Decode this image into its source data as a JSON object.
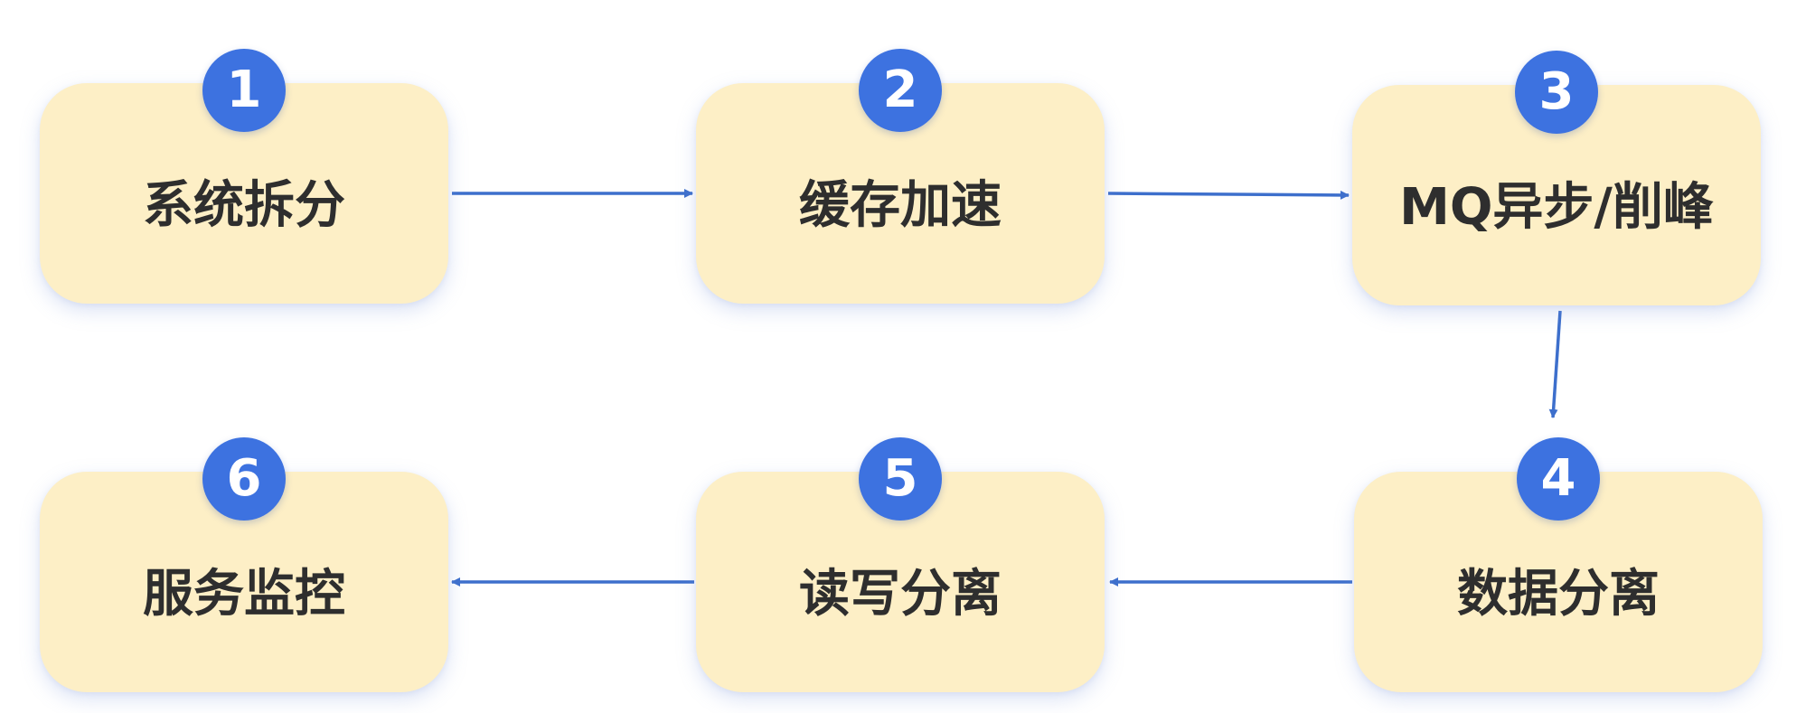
{
  "steps": [
    {
      "number": "1",
      "label": "系统拆分"
    },
    {
      "number": "2",
      "label": "缓存加速"
    },
    {
      "number": "3",
      "label": "MQ异步/削峰"
    },
    {
      "number": "4",
      "label": "数据分离"
    },
    {
      "number": "5",
      "label": "读写分离"
    },
    {
      "number": "6",
      "label": "服务监控"
    }
  ],
  "colors": {
    "box_fill": "#fdefc6",
    "badge_fill": "#3d72e0",
    "badge_text": "#ffffff",
    "arrow": "#3d6fcc",
    "label_text": "#2e2e2e"
  }
}
